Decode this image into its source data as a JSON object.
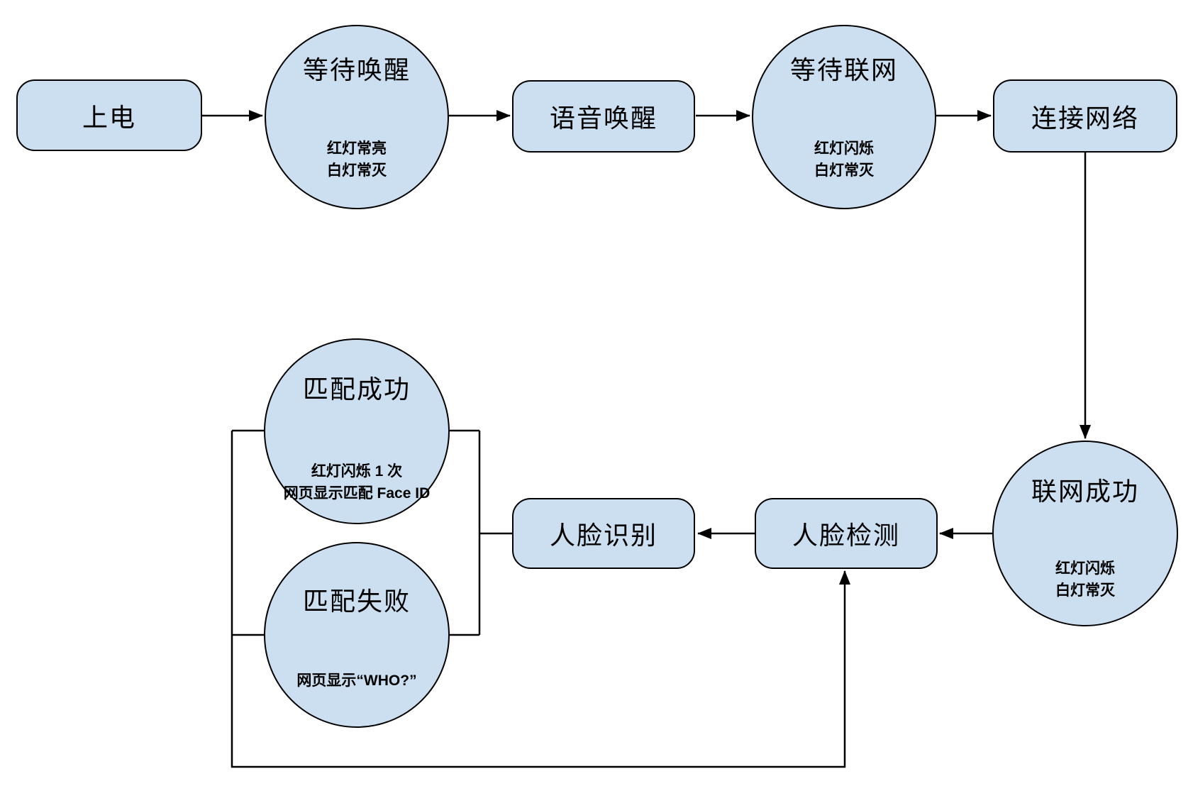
{
  "diagram": {
    "colors": {
      "node_fill": "#CBDFF1",
      "node_stroke": "#000000",
      "edge": "#000000",
      "background": "#FFFFFF"
    },
    "nodes": {
      "power_on": {
        "shape": "rounded-rect",
        "label": "上电"
      },
      "wait_wake": {
        "shape": "circle",
        "label": "等待唤醒",
        "notes": [
          "红灯常亮",
          "白灯常灭"
        ]
      },
      "voice_wake": {
        "shape": "rounded-rect",
        "label": "语音唤醒"
      },
      "wait_network": {
        "shape": "circle",
        "label": "等待联网",
        "notes": [
          "红灯闪烁",
          "白灯常灭"
        ]
      },
      "connect_network": {
        "shape": "rounded-rect",
        "label": "连接网络"
      },
      "network_ok": {
        "shape": "circle",
        "label": "联网成功",
        "notes": [
          "红灯闪烁",
          "白灯常灭"
        ]
      },
      "face_detect": {
        "shape": "rounded-rect",
        "label": "人脸检测"
      },
      "face_recognize": {
        "shape": "rounded-rect",
        "label": "人脸识别"
      },
      "match_success": {
        "shape": "circle",
        "label": "匹配成功",
        "notes": [
          "红灯闪烁 1 次",
          "网页显示匹配 Face ID"
        ]
      },
      "match_fail": {
        "shape": "circle",
        "label": "匹配失败",
        "notes": [
          "网页显示“WHO?”"
        ]
      }
    },
    "edges": [
      {
        "from": "power_on",
        "to": "wait_wake",
        "arrow": true
      },
      {
        "from": "wait_wake",
        "to": "voice_wake",
        "arrow": true
      },
      {
        "from": "voice_wake",
        "to": "wait_network",
        "arrow": true
      },
      {
        "from": "wait_network",
        "to": "connect_network",
        "arrow": true
      },
      {
        "from": "connect_network",
        "to": "network_ok",
        "arrow": true
      },
      {
        "from": "network_ok",
        "to": "face_detect",
        "arrow": true
      },
      {
        "from": "face_detect",
        "to": "face_recognize",
        "arrow": true
      },
      {
        "from": "face_recognize",
        "to": "match_success",
        "arrow": false
      },
      {
        "from": "face_recognize",
        "to": "match_fail",
        "arrow": false
      },
      {
        "from": "match_success",
        "to": "face_detect",
        "arrow": true
      },
      {
        "from": "match_fail",
        "to": "face_detect",
        "arrow": true
      }
    ]
  }
}
